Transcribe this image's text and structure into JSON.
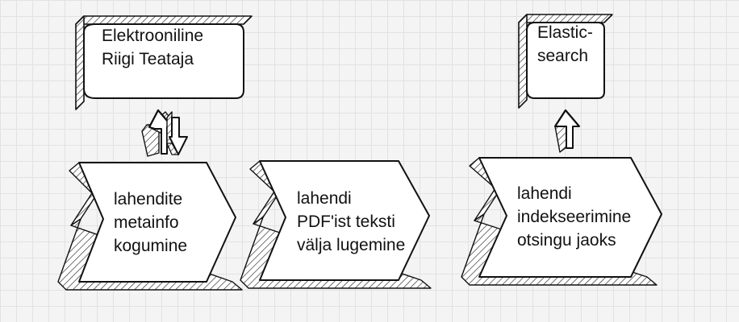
{
  "nodes": {
    "ert": [
      "Elektrooniline",
      "Riigi Teataja"
    ],
    "elastic": [
      "Elastic-",
      "search"
    ],
    "step1": [
      "lahendite",
      "metainfo",
      "kogumine"
    ],
    "step2": [
      "lahendi",
      "PDF'ist teksti",
      "välja lugemine"
    ],
    "step3": [
      "lahendi",
      "indekseerimine",
      "otsingu jaoks"
    ]
  }
}
